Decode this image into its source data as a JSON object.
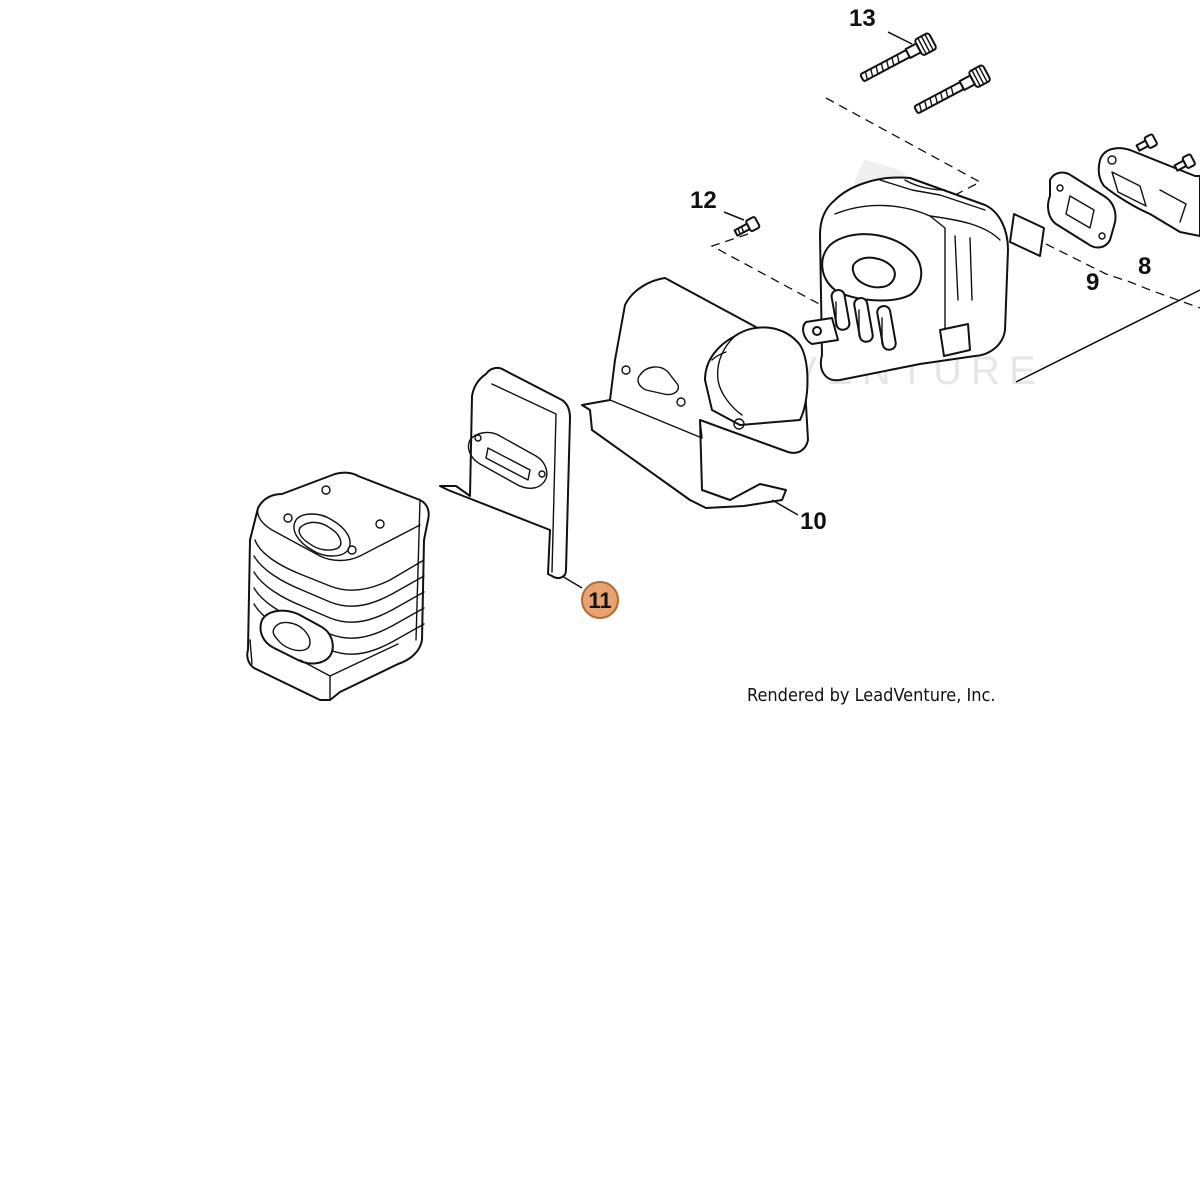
{
  "diagram": {
    "watermark": "LEADVENTURE",
    "credit": "Rendered by LeadVenture, Inc.",
    "highlight_color": "#e8a36e",
    "highlight_stroke": "#b36a2e",
    "callouts": {
      "c13": "13",
      "c12": "12",
      "c10": "10",
      "c11": "11",
      "c9": "9",
      "c8": "8"
    },
    "highlighted_callout": "11"
  }
}
